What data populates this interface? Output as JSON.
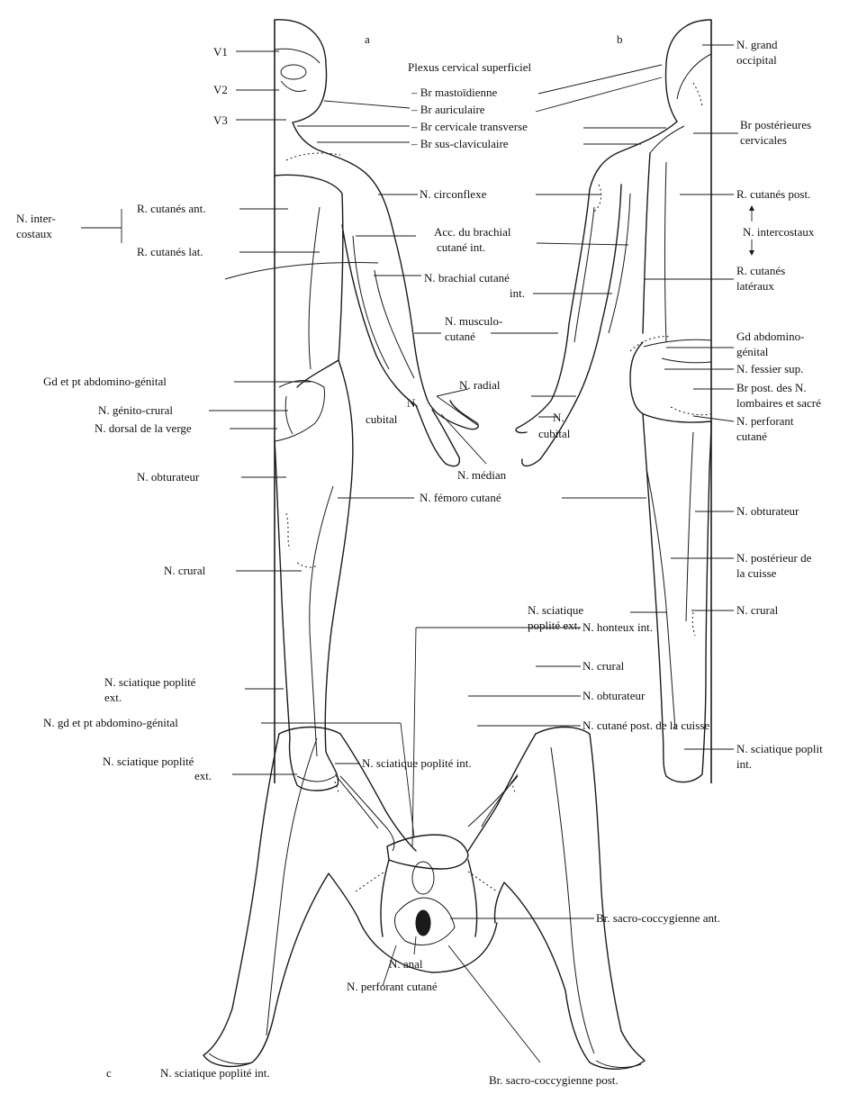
{
  "panels": {
    "a": "a",
    "b": "b",
    "c": "c"
  },
  "panel_a": {
    "left": {
      "v1": "V1",
      "v2": "V2",
      "v3": "V3",
      "intercostaux_1": "N. inter-",
      "intercostaux_2": "costaux",
      "r_cut_ant": "R. cutanés ant.",
      "r_cut_lat": "R. cutanés lat.",
      "gd_pt_abdo": "Gd et pt abdomino-génital",
      "genito_crural": "N. génito-crural",
      "dorsal_verge": "N. dorsal de la verge",
      "obturateur": "N. obturateur",
      "crural": "N. crural",
      "sciatique_ext_1": "N. sciatique poplité",
      "sciatique_ext_2": "ext."
    },
    "center": {
      "plexus": "Plexus cervical superficiel",
      "br_mastoid": "– Br mastoïdienne",
      "br_auric": "– Br auriculaire",
      "br_cerv_trans": "– Br cervicale transverse",
      "br_sus_clav": "– Br sus-claviculaire",
      "circonflexe": "N. circonflexe",
      "acc_brachial_1": "Acc. du brachial",
      "acc_brachial_2": "cutané int.",
      "brachial_cut_1": "N. brachial cutané",
      "brachial_cut_2": "int.",
      "musculo_1": "N. musculo-",
      "musculo_2": "cutané",
      "radial": "N. radial",
      "cubital_a_1": "N.",
      "cubital_a_2": "cubital",
      "cubital_b_1": "N.",
      "cubital_b_2": "cubital",
      "median": "N. médian",
      "femoro": "N. fémoro cutané",
      "sciatique_int": "N. sciatique poplité int."
    }
  },
  "panel_b": {
    "grand_occ_1": "N. grand",
    "grand_occ_2": "occipital",
    "br_post_cerv_1": "Br postérieures",
    "br_post_cerv_2": "cervicales",
    "r_cut_post": "R. cutanés post.",
    "intercostaux": "N. intercostaux",
    "r_cut_lat_1": "R. cutanés",
    "r_cut_lat_2": "latéraux",
    "gd_abdo_1": "Gd abdomino-",
    "gd_abdo_2": "génital",
    "fessier": "N. fessier sup.",
    "br_post_lomb_1": "Br post. des N.",
    "br_post_lomb_2": "lombaires et sacré",
    "perforant_1": "N. perforant",
    "perforant_2": "cutané",
    "obturateur": "N. obturateur",
    "post_cuisse_1": "N. postérieur de",
    "post_cuisse_2": "la cuisse",
    "sciatique_ext_1": "N. sciatique",
    "sciatique_ext_2": "poplité ext.",
    "crural": "N. crural",
    "sciatique_int_1": "N. sciatique poplit",
    "sciatique_int_2": "int."
  },
  "panel_c": {
    "honteux": "N. honteux int.",
    "gd_pt_abdo": "N. gd et pt abdomino-génital",
    "crural": "N. crural",
    "sciatique_ext_1": "N. sciatique poplité",
    "sciatique_ext_2": "ext.",
    "obturateur": "N. obturateur",
    "cut_post_cuisse": "N. cutané post. de la cuisse",
    "sacro_ant": "Br. sacro-coccygienne ant.",
    "anal": "N. anal",
    "perforant": "N. perforant cutané",
    "sciatique_int": "N. sciatique poplité int.",
    "sacro_post": "Br. sacro-coccygienne post."
  }
}
